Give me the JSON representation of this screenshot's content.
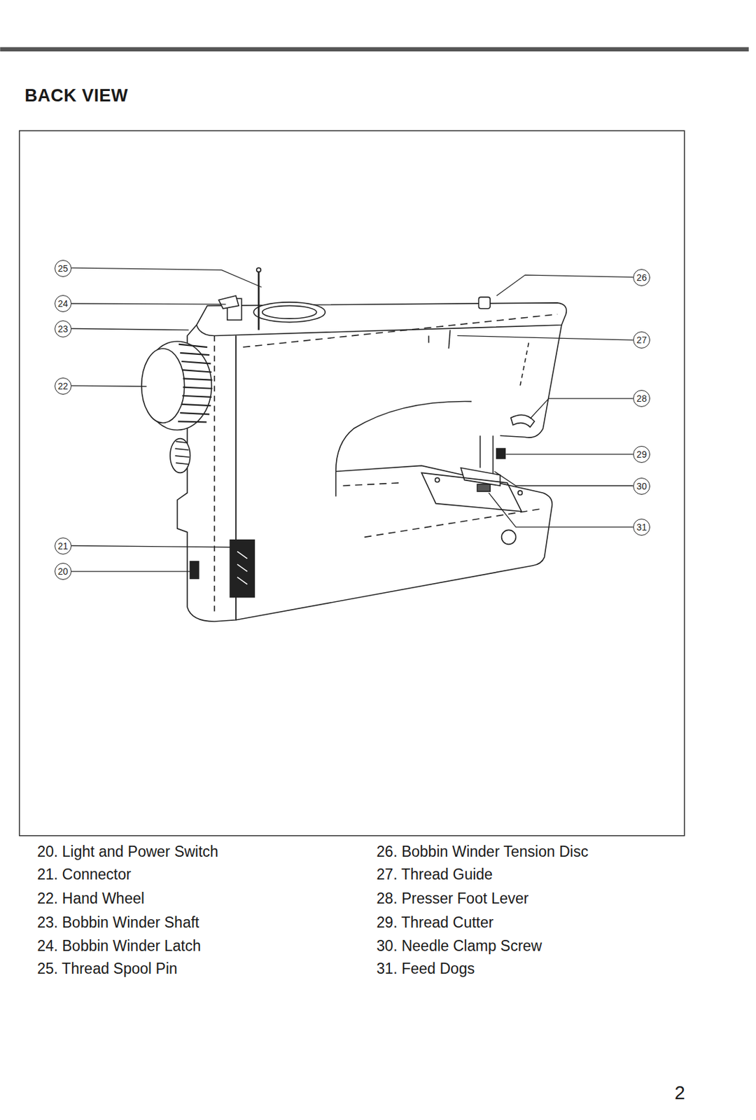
{
  "diagram": {
    "title": "BACK VIEW",
    "labels": [
      "25",
      "24",
      "23",
      "22",
      "21",
      "20",
      "26",
      "27",
      "28",
      "29",
      "30",
      "31",
      "20. Light and Power Switch",
      "21. Connector",
      "22. Hand Wheel",
      "23. Bobbin Winder Shaft",
      "24. Bobbin Winder Latch",
      "25. Thread Spool Pin",
      "26. Bobbin Winder Tension Disc",
      "27. Thread Guide",
      "28. Presser Foot Lever",
      "29. Thread Cutter",
      "30. Needle Clamp Screw",
      "31. Feed Dogs",
      "2"
    ]
  }
}
